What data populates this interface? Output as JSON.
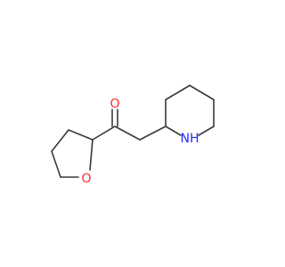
{
  "molecule": {
    "atoms": {
      "carbonyl_oxygen": {
        "label": "O",
        "color": "#ff2a2a"
      },
      "ring_oxygen": {
        "label": "O",
        "color": "#ff2a2a"
      },
      "ring_nitrogen": {
        "label": "NH",
        "color": "#2a2aff"
      }
    },
    "bond_color": "#3a3a3a"
  }
}
